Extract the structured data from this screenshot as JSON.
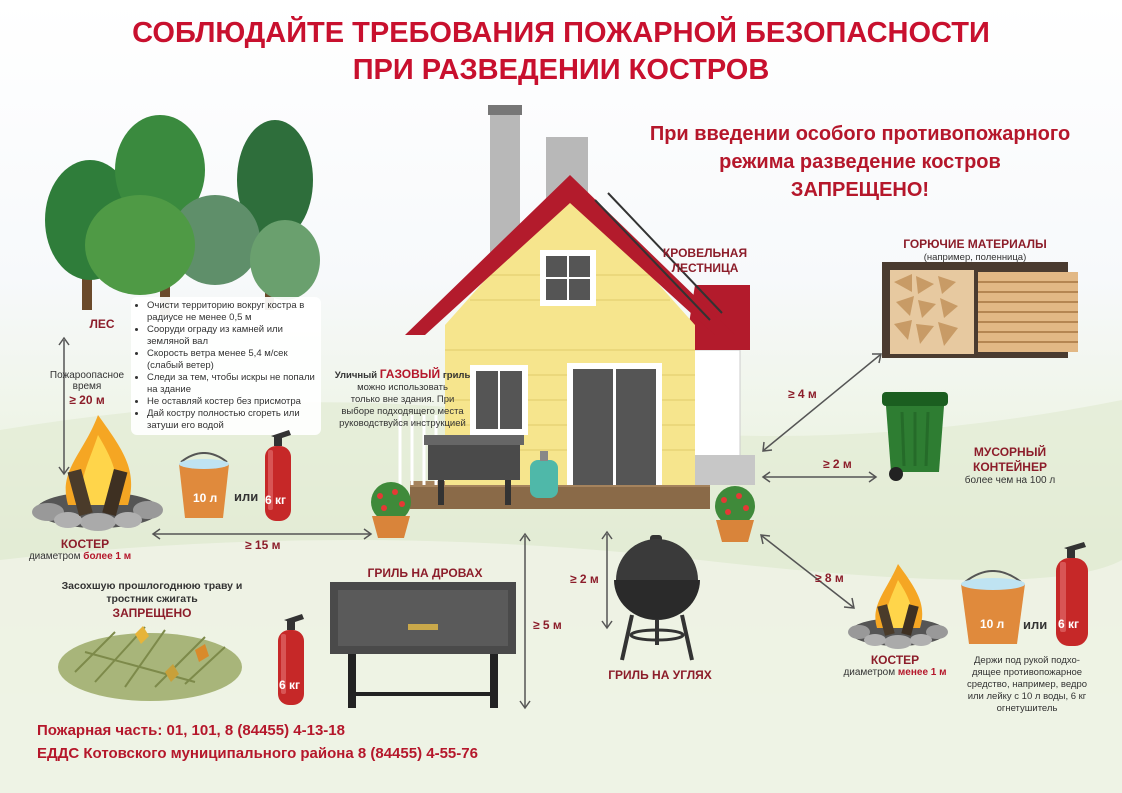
{
  "title": {
    "line1": "СОБЛЮДАЙТЕ ТРЕБОВАНИЯ ПОЖАРНОЙ БЕЗОПАСНОСТИ",
    "line2": "ПРИ РАЗВЕДЕНИИ КОСТРОВ"
  },
  "warning": {
    "line1": "При введении особого противопожарного",
    "line2": "режима разведение костров",
    "line3": "ЗАПРЕЩЕНО!"
  },
  "labels": {
    "forest": "ЛЕС",
    "roof_ladder_1": "КРОВЕЛЬНАЯ",
    "roof_ladder_2": "ЛЕСТНИЦА",
    "combustibles": "ГОРЮЧИЕ МАТЕРИАЛЫ",
    "combustibles_sub": "(например, поленница)",
    "trash_1": "МУСОРНЫЙ",
    "trash_2": "КОНТЕЙНЕР",
    "trash_sub": "более чем на 100 л",
    "fire_left": "КОСТЕР",
    "fire_left_sub_a": "диаметром ",
    "fire_left_sub_b": "более 1 м",
    "fire_right": "КОСТЕР",
    "fire_right_sub_a": "диаметром ",
    "fire_right_sub_b": "менее 1 м",
    "wood_grill": "ГРИЛЬ НА ДРОВАХ",
    "coal_grill": "ГРИЛЬ НА УГЛЯХ",
    "grass_1": "Засохшую прошлогоднюю траву и",
    "grass_2": "тростник сжигать",
    "grass_3": "ЗАПРЕЩЕНО",
    "fire_safe_1": "Пожароопасное",
    "fire_safe_2": "время",
    "fire_safe_value": "≥ 20 м"
  },
  "gas_grill": {
    "pre": "Уличный ",
    "strong": "ГАЗОВЫЙ",
    "post": " гриль",
    "l2": "можно использовать",
    "l3": "только вне здания. При",
    "l4": "выборе подходящего места",
    "l5": "руководствуйся инструкцией"
  },
  "tips": [
    "Очисти территорию вокруг костра в радиусе не менее 0,5 м",
    "Сооруди ограду из камней или земляной вал",
    "Скорость ветра менее 5,4 м/сек (слабый ветер)",
    "Следи за тем, чтобы искры не попали на здание",
    "Не оставляй костер без присмотра",
    "Дай костру полностью сгореть или затуши его водой"
  ],
  "distances": {
    "d4": "≥ 4 м",
    "d2_trash": "≥ 2 м",
    "d15": "≥ 15 м",
    "d2_coal": "≥ 2 м",
    "d5": "≥ 5 м",
    "d8": "≥ 8 м"
  },
  "equipment": {
    "bucket_left": "10 л",
    "or_left": "или",
    "ext_left": "6 кг",
    "ext_mid": "6 кг",
    "bucket_right": "10 л",
    "or_right": "или",
    "ext_right": "6 кг"
  },
  "advice": {
    "l1": "Держи под рукой подхо-",
    "l2": "дящее противопожарное",
    "l3": "средство, например, ведро",
    "l4": "или лейку с 10 л воды, 6 кг",
    "l5": "огнетушитель"
  },
  "footer": {
    "line1": "Пожарная часть: 01, 101, 8 (84455) 4-13-18",
    "line2": "ЕДДС Котовского муниципального района 8 (84455) 4-55-76"
  },
  "colors": {
    "title": "#c8102e",
    "accent": "#b5172b",
    "house_wall": "#f6e58d",
    "roof": "#b31b2c",
    "extinguisher": "#c62828",
    "bucket": "#e08a3c",
    "trash": "#2e7d32"
  }
}
